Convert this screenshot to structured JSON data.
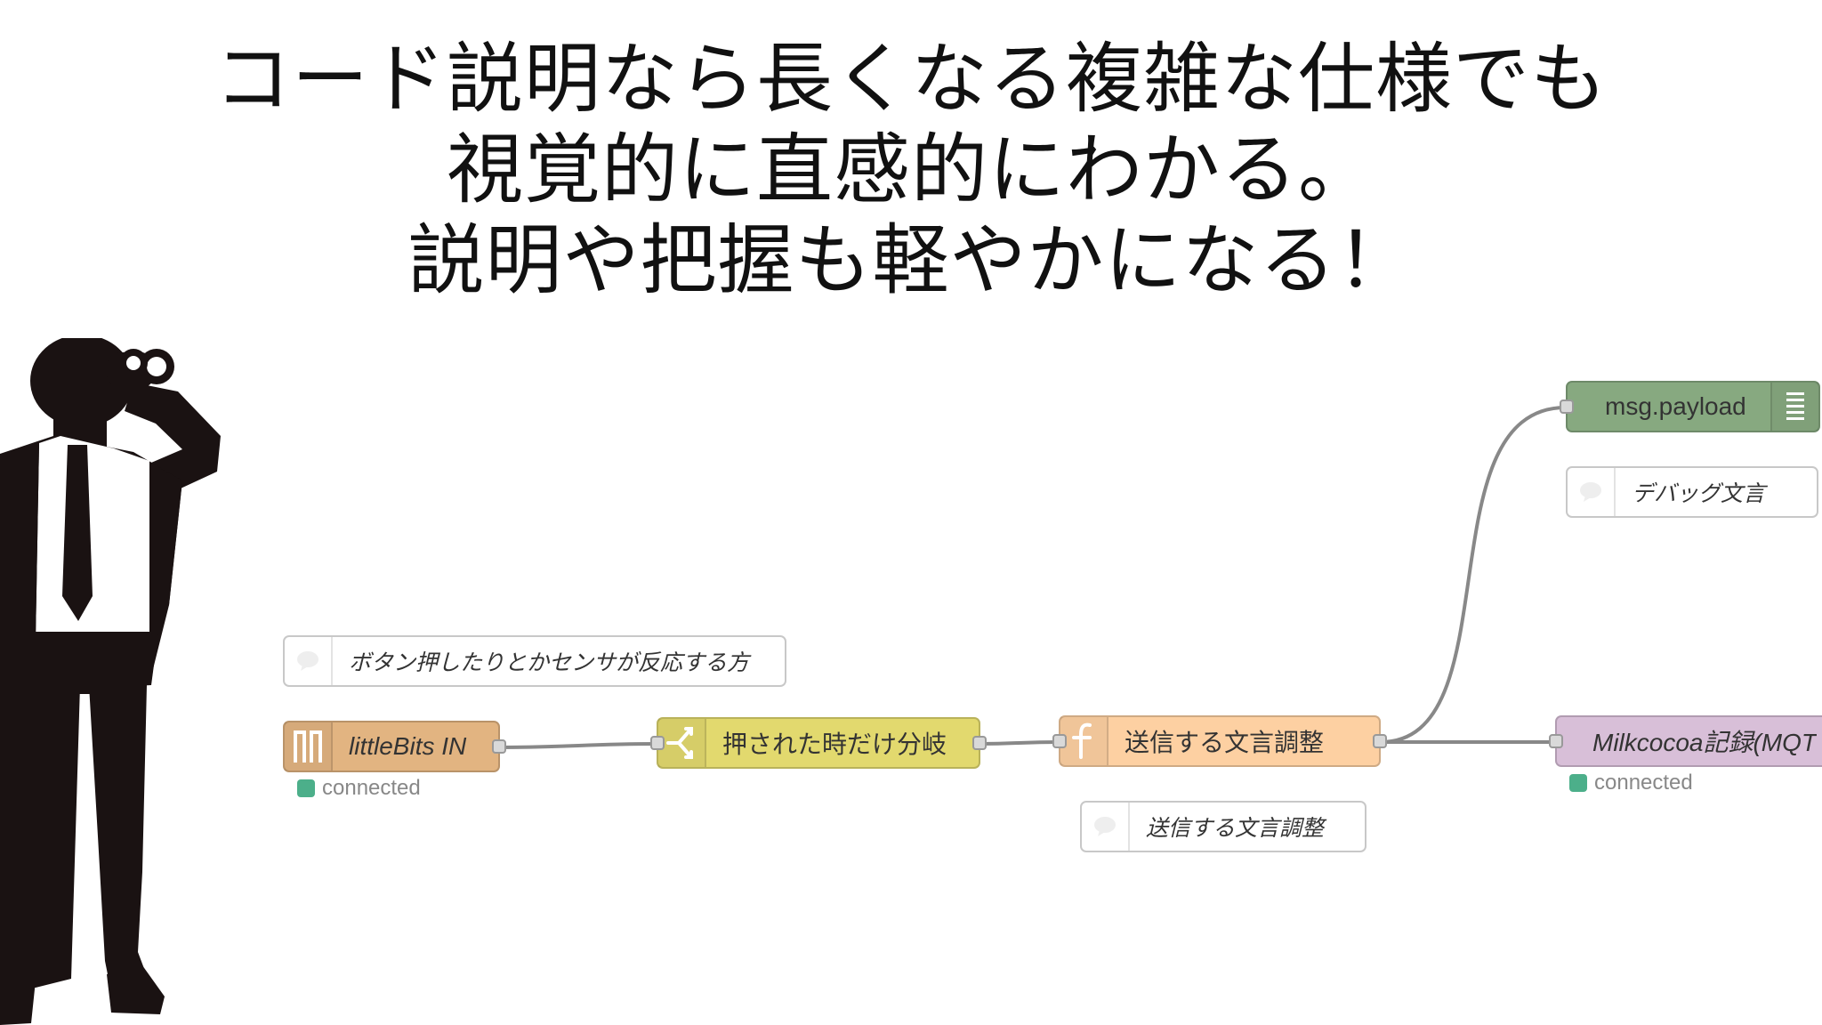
{
  "headline": {
    "line1": "コード説明なら長くなる複雑な仕様でも",
    "line2": "視覚的に直感的にわかる。",
    "line3": "説明や把握も軽やかになる！"
  },
  "colors": {
    "little_bits": "#e2b481",
    "switch": "#e2d96e",
    "function": "#fdd0a2",
    "debug": "#87a980",
    "mqtt": "#d8bfd8",
    "status_connected": "#4caf8a",
    "wire": "#888888"
  },
  "flow": {
    "comment_input": {
      "label": "ボタン押したりとかセンサが反応する方",
      "icon": "comment-icon"
    },
    "littlebits_in": {
      "label": "littleBits IN",
      "icon": "pulse-icon",
      "status": "connected"
    },
    "switch_node": {
      "label": "押された時だけ分岐",
      "icon": "switch-icon"
    },
    "function_node": {
      "label": "送信する文言調整",
      "icon": "function-icon"
    },
    "comment_function": {
      "label": "送信する文言調整",
      "icon": "comment-icon"
    },
    "debug_node": {
      "label": "msg.payload",
      "icon": "list-icon"
    },
    "comment_debug": {
      "label": "デバッグ文言",
      "icon": "comment-icon"
    },
    "mqtt_node": {
      "label": "Milkcocoa記録(MQT",
      "icon": "mqtt-icon",
      "status": "connected"
    }
  },
  "illustration": {
    "icon": "businessman-binoculars-silhouette"
  }
}
